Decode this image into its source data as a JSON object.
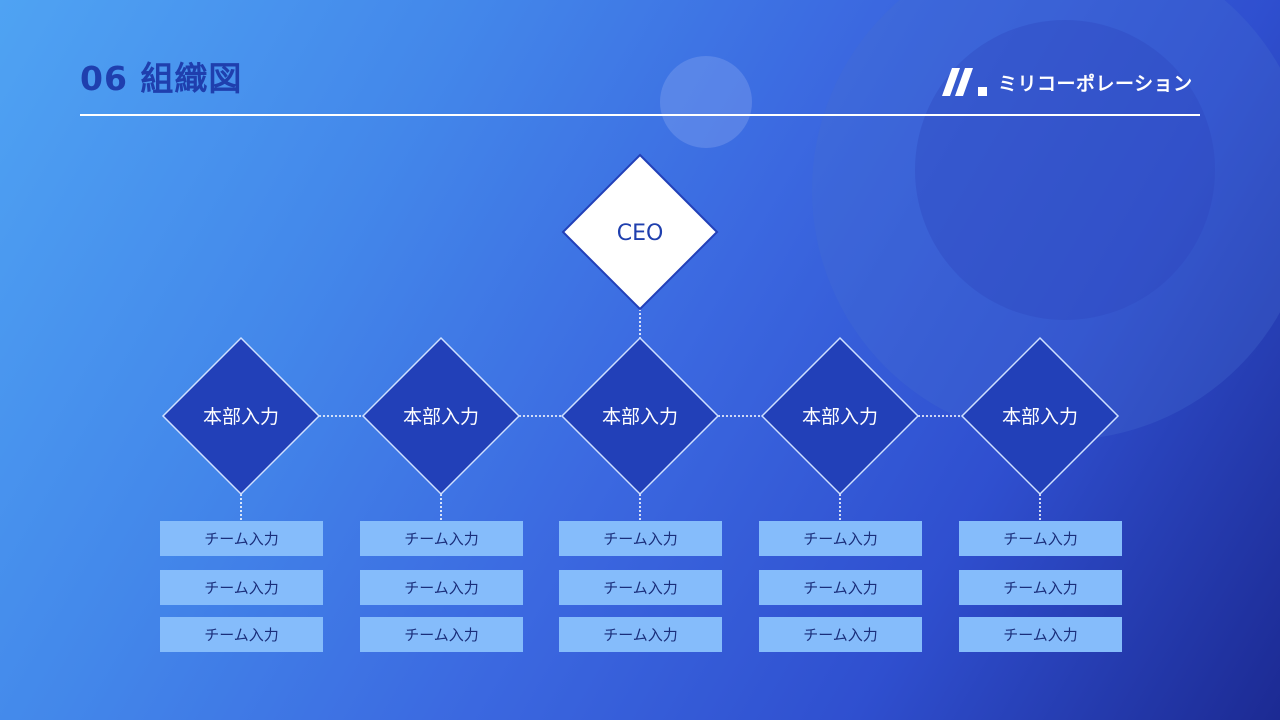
{
  "slide": {
    "title": "06 組織図"
  },
  "brand": {
    "name": "ミリコーポレーション",
    "icon": "brand-logo-icon"
  },
  "colors": {
    "ceo_fill": "#ffffff",
    "ceo_text": "#1f3fae",
    "division_fill": "#2240b8",
    "division_text": "#ffffff",
    "team_fill": "#85bcfb",
    "team_text": "#1a2e7a"
  },
  "org": {
    "ceo": "CEO",
    "divisions": [
      {
        "label": "本部入力",
        "teams": [
          "チーム入力",
          "チーム入力",
          "チーム入力"
        ]
      },
      {
        "label": "本部入力",
        "teams": [
          "チーム入力",
          "チーム入力",
          "チーム入力"
        ]
      },
      {
        "label": "本部入力",
        "teams": [
          "チーム入力",
          "チーム入力",
          "チーム入力"
        ]
      },
      {
        "label": "本部入力",
        "teams": [
          "チーム入力",
          "チーム入力",
          "チーム入力"
        ]
      },
      {
        "label": "本部入力",
        "teams": [
          "チーム入力",
          "チーム入力",
          "チーム入力"
        ]
      }
    ]
  }
}
